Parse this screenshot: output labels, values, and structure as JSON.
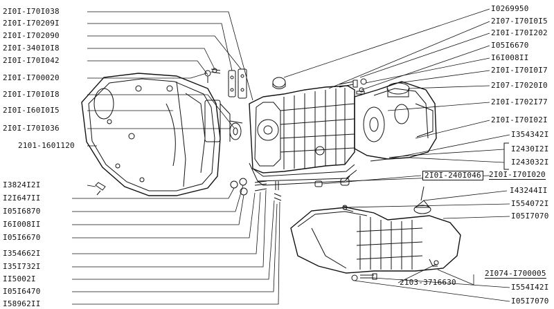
{
  "left_labels": [
    "2I0I-I70I038",
    "2I0I-I70209I",
    "2I0I-I702090",
    "2I0I-340I0I8",
    "2I0I-I70I042",
    "2I0I-I700020",
    "2I0I-I70I0I8",
    "2I0I-I60I0I5",
    "2I0I-I70I036",
    "2101-1601120",
    "I3824I2I",
    "I2I647II",
    "I05I6870",
    "I6I008II",
    "I05I6670",
    "I354662I",
    "I35I732I",
    "II5002I",
    "I05I6470",
    "I58962II"
  ],
  "right_labels": [
    "I0269950",
    "2I07-I70I0I5",
    "2I0I-I70I202",
    "I05I6670",
    "I6I008II",
    "2I0I-I70I0I7",
    "2I07-I7020I0",
    "2I0I-I702I77",
    "2I0I-I70I02I",
    "I354342I",
    "I2430I2I",
    "I243032I",
    "2I0I-I70I020",
    "I43244II",
    "I554072I",
    "I05I7070",
    "2I074-I700005",
    "I554I42I",
    "I05I7070"
  ],
  "center_labels": {
    "pan_part": "2I0I-240I046",
    "switch_part": "2103-3716630"
  }
}
